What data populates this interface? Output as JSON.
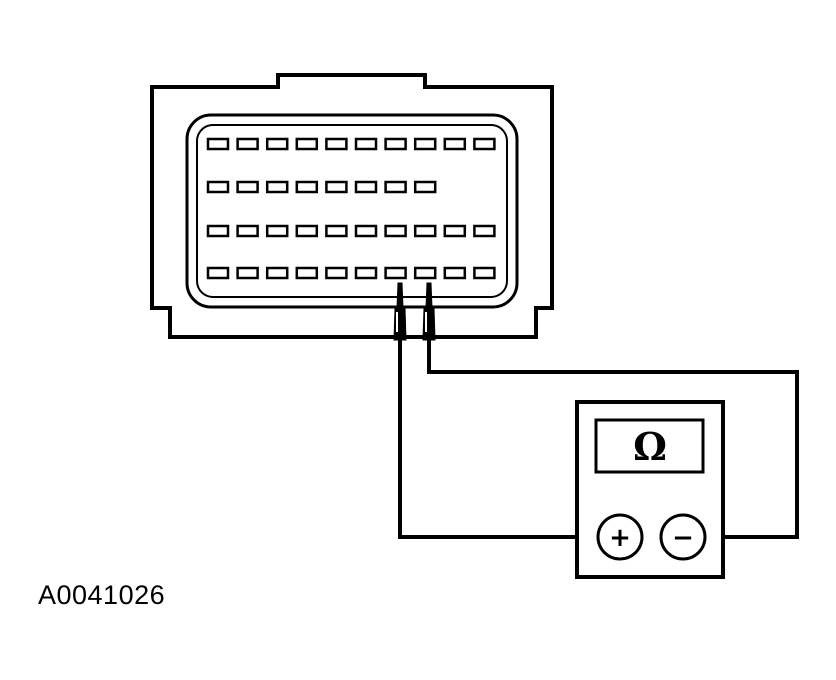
{
  "figure": {
    "id_label": "A0041026"
  },
  "connector": {
    "rows": [
      10,
      8,
      10,
      10
    ],
    "probed_pins": [
      {
        "row": 4,
        "pin": 7,
        "probe": "positive"
      },
      {
        "row": 4,
        "pin": 8,
        "probe": "negative"
      }
    ]
  },
  "meter": {
    "display_symbol": "Ω",
    "positive_label": "+",
    "negative_label": "−"
  },
  "colors": {
    "line": "#000000",
    "background": "#ffffff"
  }
}
